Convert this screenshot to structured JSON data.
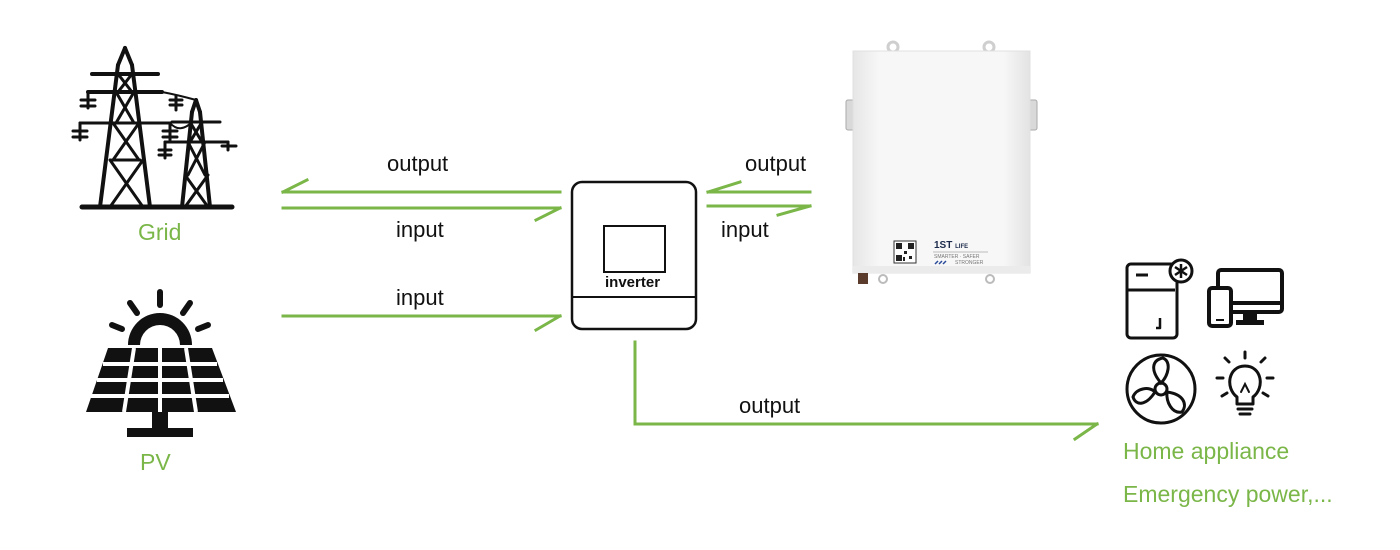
{
  "colors": {
    "accent": "#7ab648",
    "ink": "#111111",
    "battery_body": "#f3f3f3"
  },
  "nodes": {
    "grid": {
      "label": "Grid",
      "icon": "power-tower-icon"
    },
    "pv": {
      "label": "PV",
      "icon": "solar-panel-icon"
    },
    "inverter": {
      "label": "inverter",
      "icon": "inverter-box-icon"
    },
    "battery": {
      "brand": "1ST",
      "brand_suffix": "LIFE",
      "tagline_1": "SMARTER · SAFER",
      "tagline_2": "STRONGER",
      "icon": "battery-pack-icon"
    },
    "loads": {
      "label_1": "Home appliance",
      "label_2": "Emergency power,...",
      "icons": [
        "fridge-icon",
        "computer-phone-icon",
        "fan-icon",
        "light-bulb-icon"
      ]
    }
  },
  "flows": {
    "grid_output": "output",
    "grid_input": "input",
    "pv_input": "input",
    "battery_output": "output",
    "battery_input": "input",
    "load_output": "output"
  }
}
